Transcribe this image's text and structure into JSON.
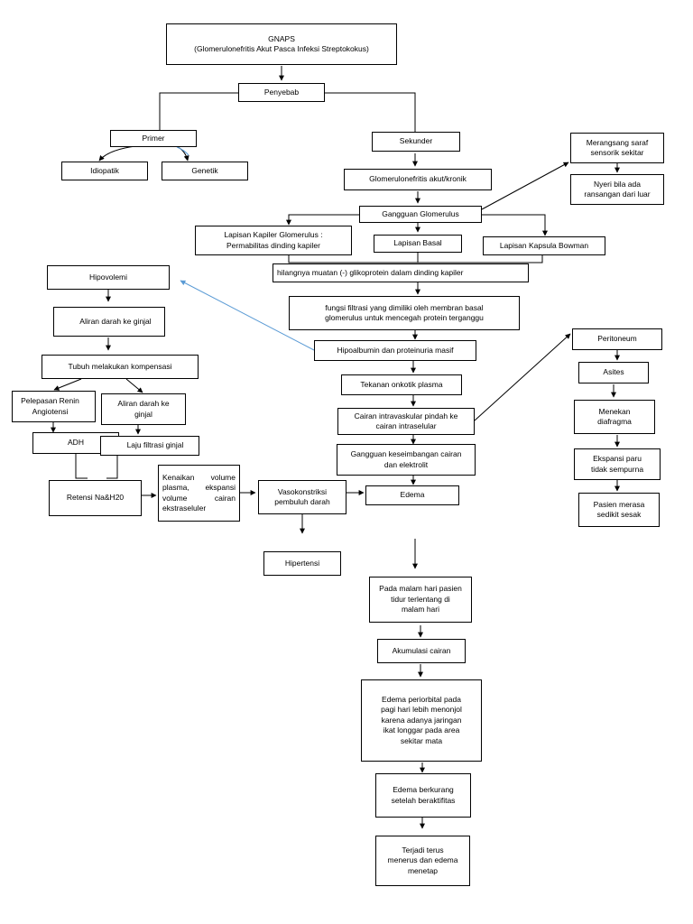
{
  "nodes": {
    "gnaps": "GNAPS\n(Glomerulonefritis Akut Pasca Infeksi Streptokokus)",
    "penyebab": "Penyebab",
    "primer": "Primer",
    "idiopatik": "Idiopatik",
    "genetik": "Genetik",
    "sekunder": "Sekunder",
    "gn_akut_kronik": "Glomerulonefritis akut/kronik",
    "gangguan_glomerulus": "Gangguan Glomerulus",
    "merangsang_saraf": "Merangsang saraf\nsensorik sekitar",
    "nyeri": "Nyeri bila ada\nransangan dari luar",
    "lapisan_kapiler": "Lapisan Kapiler Glomerulus :\nPermabilitas dinding kapiler",
    "lapisan_basal": "Lapisan Basal",
    "lapisan_kapsula": "Lapisan Kapsula Bowman",
    "hilangnya_muatan": "hilangnya muatan (-) glikoprotein dalam dinding kapiler",
    "fungsi_filtrasi": "fungsi filtrasi yang dimiliki oleh membran basal\nglomerulus untuk mencegah protein terganggu",
    "hipoalbumin": "Hipoalbumin dan proteinuria masif",
    "tekanan_onkotik": "Tekanan onkotik plasma",
    "cairan_intravaskular": "Cairan intravaskular pindah ke\ncairan intraselular",
    "gangguan_keseimbangan": "Gangguan keseimbangan cairan\ndan elektrolit",
    "edema": "Edema",
    "hipovolemi": "Hipovolemi",
    "aliran_darah_ginjal": "Aliran darah ke ginjal",
    "tubuh_kompensasi": "Tubuh melakukan kompensasi",
    "pelepasan_renin": "Pelepasan Renin\nAngiotensi",
    "aliran_darah_ginjal_2": "Aliran darah ke\nginjal",
    "adh": "ADH",
    "laju_filtrasi": "Laju filtrasi ginjal",
    "retensi": "Retensi Na&H20",
    "kenaikan_volume": "Kenaikan volume plasma, ekspansi volume cairan ekstraseluler",
    "vasokonstriksi": "Vasokonstriksi\npembuluh darah",
    "hipertensi": "Hipertensi",
    "peritoneum": "Peritoneum",
    "asites": "Asites",
    "menekan_diafragma": "Menekan\ndiafragma",
    "ekspansi_paru": "Ekspansi paru\ntidak sempurna",
    "pasien_sesak": "Pasien merasa\nsedikit sesak",
    "malam_hari": "Pada malam hari pasien\ntidur terlentang di\nmalam hari",
    "akumulasi": "Akumulasi cairan",
    "edema_periorbital": "Edema periorbital pada\npagi hari lebih menonjol\nkarena adanya jaringan\nikat longgar pada area\nsekitar mata",
    "edema_berkurang": "Edema berkurang\nsetelah beraktifitas",
    "terjadi_terus": "Terjadi terus\nmenerus dan edema\nmenetap"
  },
  "colors": {
    "line": "#000000",
    "accent_line": "#5b9bd5"
  }
}
